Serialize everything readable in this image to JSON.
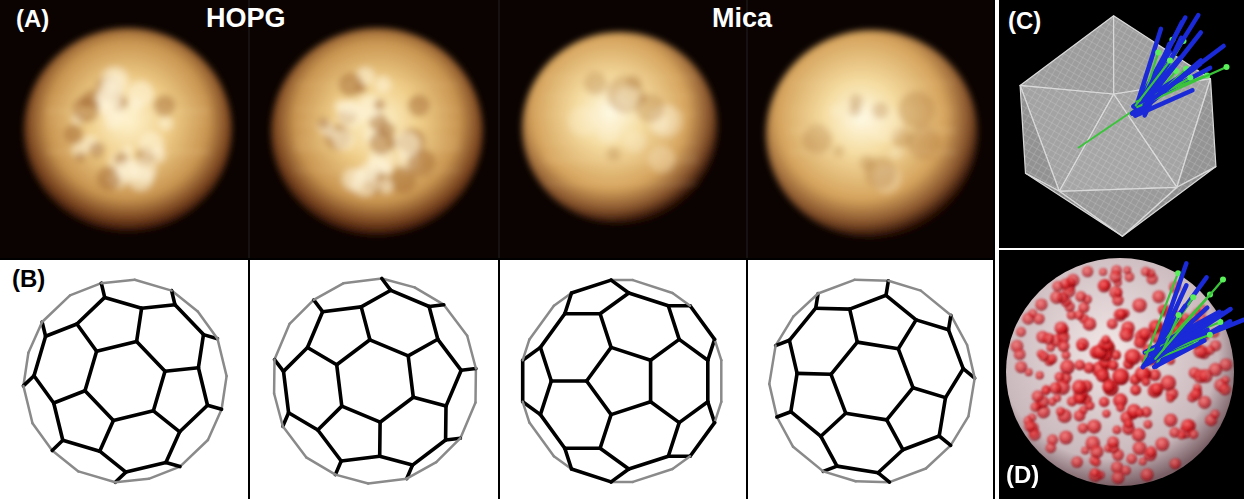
{
  "diagram": {
    "labels": [
      "(A)",
      "HOPG",
      "Mica",
      "(B)",
      "(C)",
      "(D)"
    ]
  }
}
